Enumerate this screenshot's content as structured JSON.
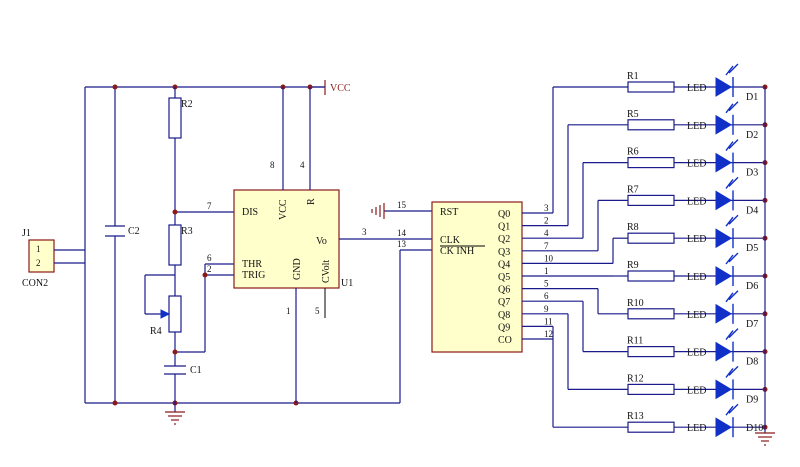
{
  "connector": {
    "ref": "J1",
    "name": "CON2",
    "pins": [
      "1",
      "2"
    ]
  },
  "power": {
    "vcc": "VCC"
  },
  "caps": {
    "c1": "C1",
    "c2": "C2"
  },
  "resistors": {
    "r2": "R2",
    "r3": "R3",
    "r4": "R4"
  },
  "timer": {
    "ref": "U1",
    "pins": {
      "dis": "DIS",
      "thr": "THR",
      "trig": "TRIG",
      "vcc": "VCC",
      "r": "R",
      "gnd": "GND",
      "cvolt": "CVolt",
      "vo": "Vo"
    },
    "pin_numbers": {
      "dis": "7",
      "thr": "6",
      "trig": "2",
      "vcc": "8",
      "r": "4",
      "gnd": "1",
      "cvolt": "5",
      "vo": "3"
    }
  },
  "counter": {
    "pins_left": [
      {
        "name": "RST",
        "num": "15"
      },
      {
        "name": "CLK",
        "num": "14"
      },
      {
        "name": "CK INH",
        "num": "13"
      }
    ],
    "outputs": [
      "Q0",
      "Q1",
      "Q2",
      "Q3",
      "Q4",
      "Q5",
      "Q6",
      "Q7",
      "Q8",
      "Q9",
      "CO"
    ],
    "output_pins": [
      "3",
      "2",
      "4",
      "7",
      "10",
      "1",
      "5",
      "6",
      "9",
      "11",
      "12"
    ]
  },
  "led_rows": [
    {
      "res": "R1",
      "led": "LED",
      "diode": "D1"
    },
    {
      "res": "R5",
      "led": "LED",
      "diode": "D2"
    },
    {
      "res": "R6",
      "led": "LED",
      "diode": "D3"
    },
    {
      "res": "R7",
      "led": "LED",
      "diode": "D4"
    },
    {
      "res": "R8",
      "led": "LED",
      "diode": "D5"
    },
    {
      "res": "R9",
      "led": "LED",
      "diode": "D6"
    },
    {
      "res": "R10",
      "led": "LED",
      "diode": "D7"
    },
    {
      "res": "R11",
      "led": "LED",
      "diode": "D8"
    },
    {
      "res": "R12",
      "led": "LED",
      "diode": "D9"
    },
    {
      "res": "R13",
      "led": "LED",
      "diode": "D10"
    }
  ]
}
